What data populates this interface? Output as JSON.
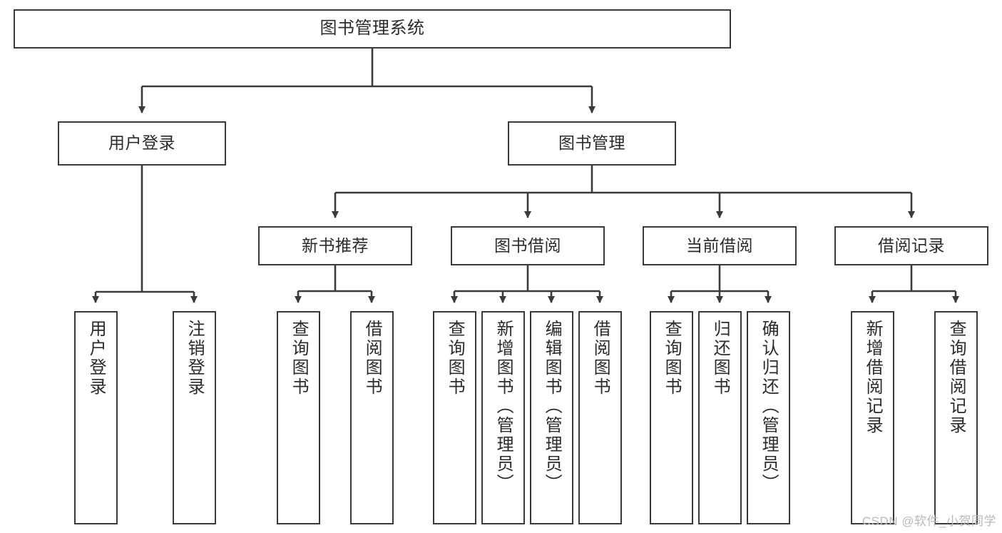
{
  "diagram": {
    "title": "图书管理系统",
    "type": "tree-hierarchy-chart",
    "colors": {
      "background": "#ffffff",
      "node_border": "#3a3a3a",
      "node_fill": "#ffffff",
      "edge": "#3a3a3a",
      "text": "#2b2b2b",
      "watermark": "#b9b9b9"
    }
  },
  "nodes": {
    "root": {
      "label": "图书管理系统"
    },
    "level2": [
      {
        "id": "user-login",
        "label": "用户登录"
      },
      {
        "id": "book-management",
        "label": "图书管理"
      }
    ],
    "level3": [
      {
        "id": "new-book-recommend",
        "label": "新书推荐"
      },
      {
        "id": "book-borrow",
        "label": "图书借阅"
      },
      {
        "id": "current-borrow",
        "label": "当前借阅"
      },
      {
        "id": "borrow-record",
        "label": "借阅记录"
      }
    ],
    "leaves": {
      "user_login": [
        {
          "id": "leaf-user-login",
          "label": "用户登录"
        },
        {
          "id": "leaf-logout",
          "label": "注销登录"
        }
      ],
      "new_book_recommend": [
        {
          "id": "leaf-query-book-1",
          "label": "查询图书"
        },
        {
          "id": "leaf-borrow-book-1",
          "label": "借阅图书"
        }
      ],
      "book_borrow": [
        {
          "id": "leaf-query-book-2",
          "label": "查询图书"
        },
        {
          "id": "leaf-add-book",
          "label": "新增图书（管理员）"
        },
        {
          "id": "leaf-edit-book",
          "label": "编辑图书（管理员）"
        },
        {
          "id": "leaf-borrow-book-2",
          "label": "借阅图书"
        }
      ],
      "current_borrow": [
        {
          "id": "leaf-query-book-3",
          "label": "查询图书"
        },
        {
          "id": "leaf-return-book",
          "label": "归还图书"
        },
        {
          "id": "leaf-confirm-return",
          "label": "确认归还（管理员）"
        }
      ],
      "borrow_record": [
        {
          "id": "leaf-add-record",
          "label": "新增借阅记录"
        },
        {
          "id": "leaf-query-record",
          "label": "查询借阅记录"
        }
      ]
    }
  },
  "watermark": {
    "text": "CSDN @软件_小贺同学"
  }
}
